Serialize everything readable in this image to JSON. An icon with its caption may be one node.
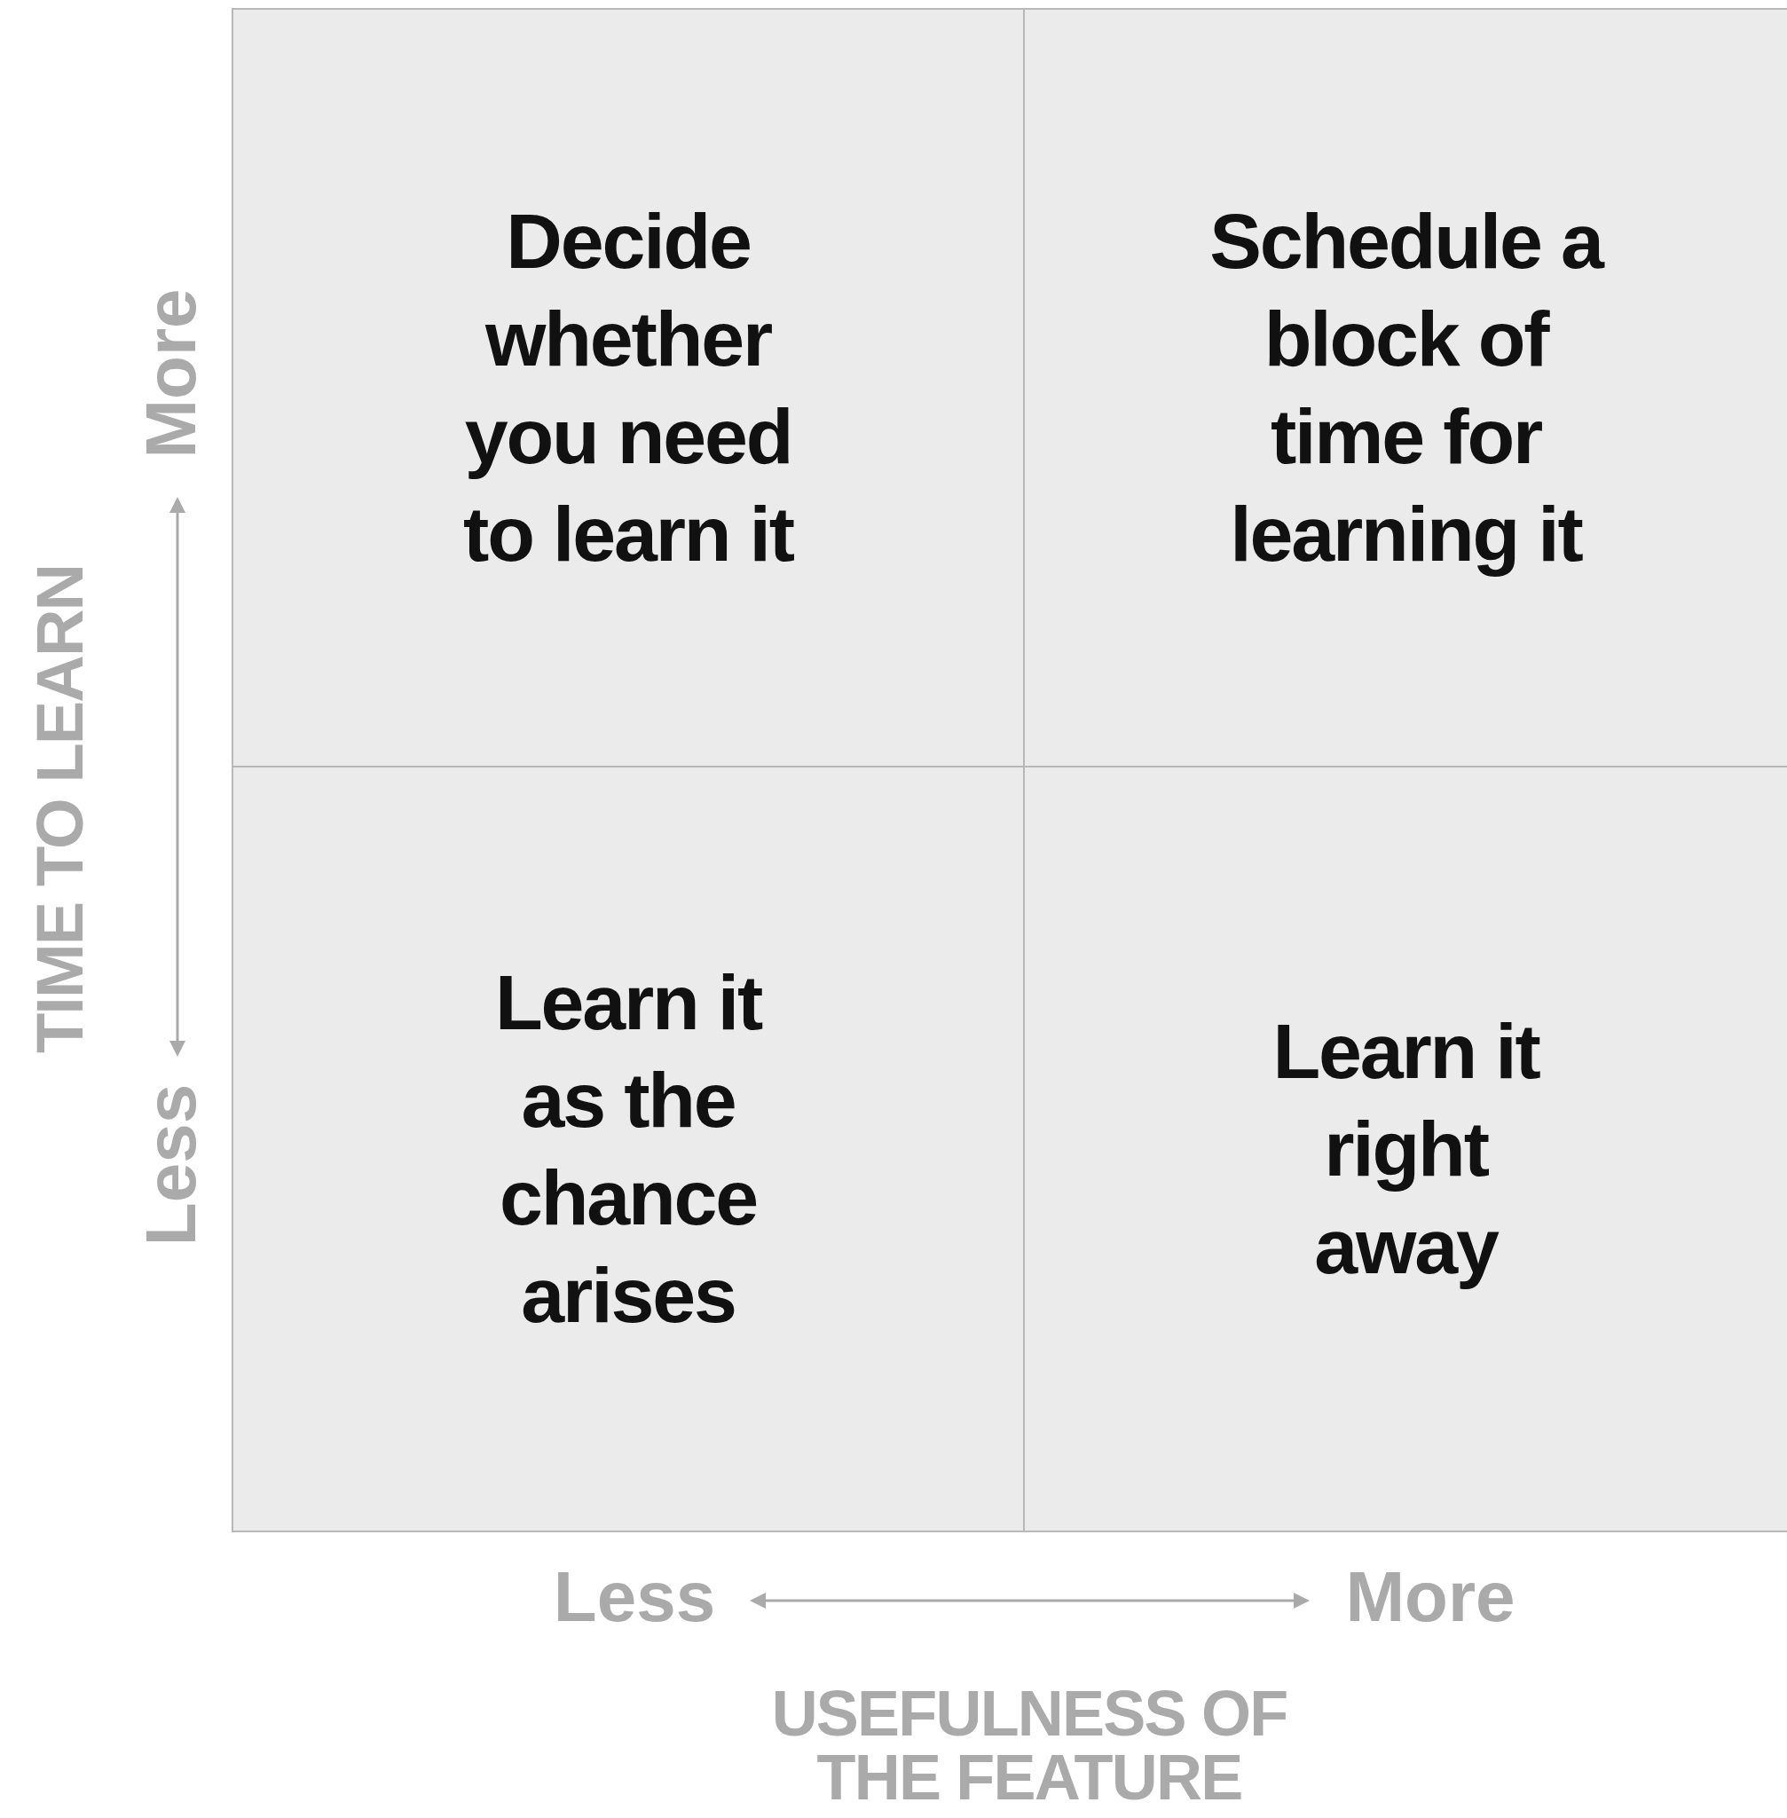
{
  "diagram": {
    "nodes": [
      {
        "text": [
          "Decide whether you need to learn it"
        ]
      },
      {
        "text": [
          "Schedule a block of time for learning it"
        ]
      },
      {
        "text": [
          "Learn it as the chance arises"
        ]
      },
      {
        "text": [
          "Learn it right away"
        ]
      }
    ],
    "labels": [
      "More",
      "Less",
      "TIME TO LEARN",
      "Less",
      "More",
      "USEFULNESS OF THE FEATURE"
    ]
  }
}
